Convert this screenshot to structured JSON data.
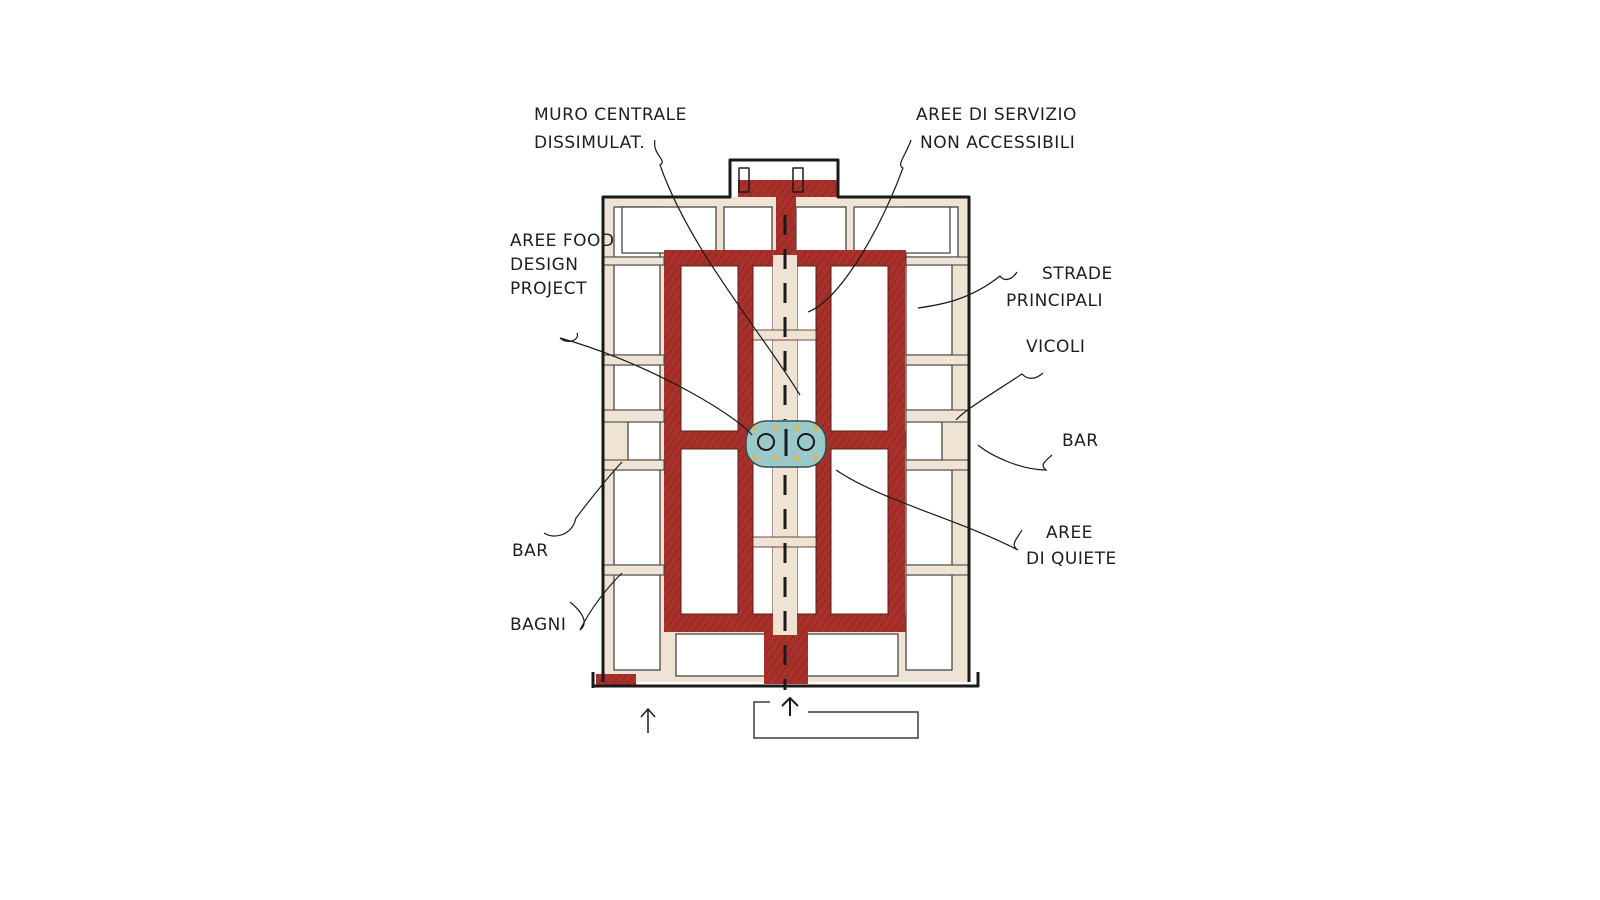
{
  "colors": {
    "background": "#ffffff",
    "road_red": "#a8322b",
    "outline": "#1a1a1a",
    "beige_fill": "#efe3d4",
    "quiet_area_teal": "#9bc9c9",
    "accent_yellow": "#e2b64a"
  },
  "labels": {
    "muro_centrale_l1": "MURO CENTRALE",
    "muro_centrale_l2": "DISSIMULAT.",
    "aree_servizio_l1": "AREE DI SERVIZIO",
    "aree_servizio_l2": "NON ACCESSIBILI",
    "aree_food_l1": "AREE FOOD",
    "aree_food_l2": "DESIGN",
    "aree_food_l3": "PROJECT",
    "strade_l1": "STRADE",
    "strade_l2": "PRINCIPALI",
    "vicoli": "VICOLI",
    "bar_right": "BAR",
    "bar_left": "BAR",
    "aree_quiete_l1": "AREE",
    "aree_quiete_l2": "DI QUIETE",
    "bagni": "BAGNI"
  }
}
